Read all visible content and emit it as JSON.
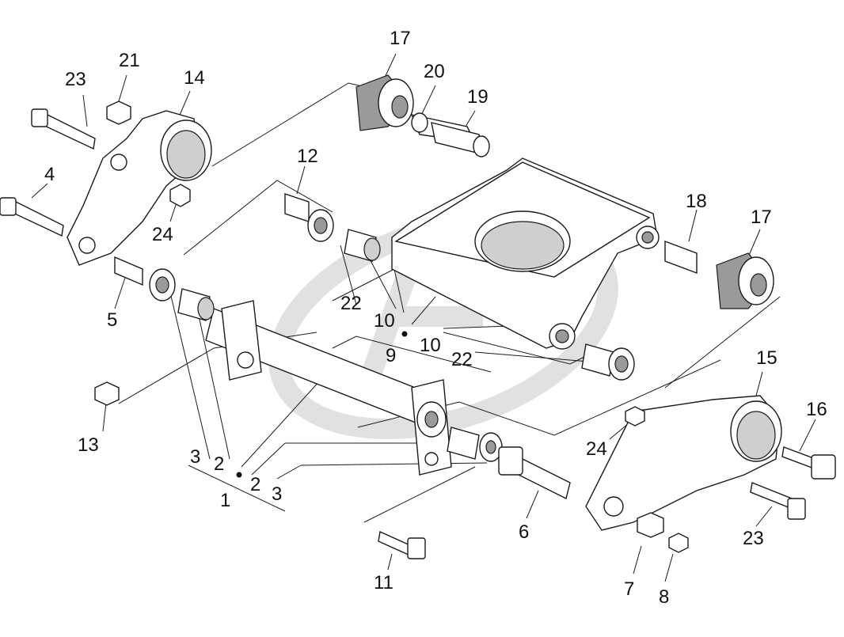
{
  "callouts": [
    {
      "id": "c17a",
      "text": "17"
    },
    {
      "id": "c20",
      "text": "20"
    },
    {
      "id": "c19",
      "text": "19"
    },
    {
      "id": "c21",
      "text": "21"
    },
    {
      "id": "c23a",
      "text": "23"
    },
    {
      "id": "c14",
      "text": "14"
    },
    {
      "id": "c4",
      "text": "4"
    },
    {
      "id": "c24a",
      "text": "24"
    },
    {
      "id": "c12",
      "text": "12"
    },
    {
      "id": "c18",
      "text": "18"
    },
    {
      "id": "c17b",
      "text": "17"
    },
    {
      "id": "c5",
      "text": "5"
    },
    {
      "id": "c22a",
      "text": "22"
    },
    {
      "id": "c10a",
      "text": "10"
    },
    {
      "id": "c9",
      "text": "9"
    },
    {
      "id": "c10b",
      "text": "10"
    },
    {
      "id": "c22b",
      "text": "22"
    },
    {
      "id": "c15",
      "text": "15"
    },
    {
      "id": "c13",
      "text": "13"
    },
    {
      "id": "c16",
      "text": "16"
    },
    {
      "id": "c24b",
      "text": "24"
    },
    {
      "id": "c3a",
      "text": "3"
    },
    {
      "id": "c2a",
      "text": "2"
    },
    {
      "id": "c2b",
      "text": "2"
    },
    {
      "id": "c3b",
      "text": "3"
    },
    {
      "id": "c1",
      "text": "1"
    },
    {
      "id": "c6",
      "text": "6"
    },
    {
      "id": "c23b",
      "text": "23"
    },
    {
      "id": "c11",
      "text": "11"
    },
    {
      "id": "c7",
      "text": "7"
    },
    {
      "id": "c8",
      "text": "8"
    }
  ]
}
